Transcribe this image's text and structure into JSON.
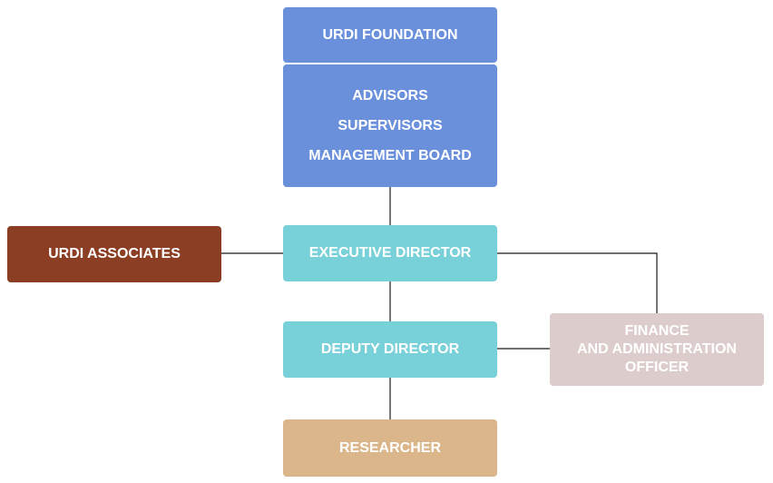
{
  "nodes": {
    "foundation": {
      "label": "URDI FOUNDATION",
      "color": "#6a90dc"
    },
    "board": {
      "lines": [
        "ADVISORS",
        "SUPERVISORS",
        "MANAGEMENT BOARD"
      ],
      "color": "#6a90dc"
    },
    "associates": {
      "label": "URDI ASSOCIATES",
      "color": "#8c3e24"
    },
    "executive": {
      "label": "EXECUTIVE DIRECTOR",
      "color": "#78d0d8"
    },
    "deputy": {
      "label": "DEPUTY DIRECTOR",
      "color": "#78d0d8"
    },
    "finance": {
      "lines": [
        "FINANCE",
        "AND ADMINISTRATION",
        "OFFICER"
      ],
      "color": "#dccccc"
    },
    "researcher": {
      "label": "RESEARCHER",
      "color": "#dab68a"
    }
  },
  "edges": [
    {
      "from": "board",
      "to": "executive"
    },
    {
      "from": "associates",
      "to": "executive"
    },
    {
      "from": "executive",
      "to": "deputy"
    },
    {
      "from": "executive",
      "to": "finance"
    },
    {
      "from": "deputy",
      "to": "finance"
    },
    {
      "from": "deputy",
      "to": "researcher"
    }
  ]
}
